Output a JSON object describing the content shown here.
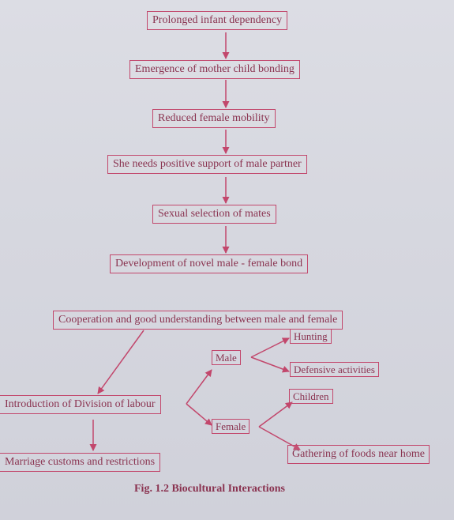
{
  "diagram": {
    "chain": [
      "Prolonged infant dependency",
      "Emergence of mother child bonding",
      "Reduced female mobility",
      "She needs positive support of male partner",
      "Sexual selection of mates",
      "Development of novel male - female bond"
    ],
    "cooperation": "Cooperation and good understanding between male and female",
    "division": "Introduction of Division of labour",
    "marriage": "Marriage customs and restrictions",
    "male": "Male",
    "female": "Female",
    "male_roles": [
      "Hunting",
      "Defensive activities"
    ],
    "female_roles": [
      "Children",
      "Gathering of foods near home"
    ],
    "caption": "Fig. 1.2  Biocultural Interactions",
    "colors": {
      "stroke": "#c2476c",
      "text": "#8a3350"
    }
  }
}
